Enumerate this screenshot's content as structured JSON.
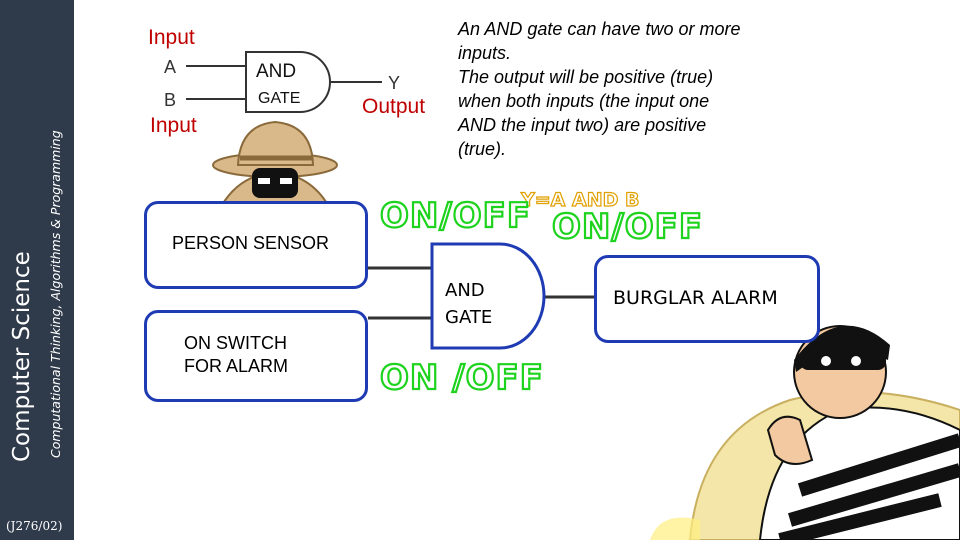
{
  "sidebar": {
    "title": "Computer Science",
    "subtitle": "Computational Thinking, Algorithms & Programming",
    "code": "(J276/02)"
  },
  "gate_diagram": {
    "input_top": "Input",
    "input_bottom": "Input",
    "output": "Output",
    "pin_a": "A",
    "pin_b": "B",
    "pin_y": "Y",
    "gate_name": "AND",
    "gate_word": "GATE"
  },
  "description": {
    "lines": [
      "An AND gate can have two or more",
      "inputs.",
      "The output will be positive (true)",
      "when both inputs (the input one",
      "AND the input two) are positive",
      "(true)."
    ]
  },
  "example": {
    "equation": "Y=A AND B",
    "person_sensor": "PERSON SENSOR",
    "switch_line1": "ON SWITCH",
    "switch_line2": "FOR ALARM",
    "gate_line1": "AND",
    "gate_line2": "GATE",
    "alarm": "BURGLAR ALARM",
    "state_sensor": "ON/OFF",
    "state_output": "ON/OFF",
    "state_switch": "ON /OFF"
  },
  "colors": {
    "sidebar": "#2f3a4a",
    "input_output_text": "#c00000",
    "box_border": "#1f3bb3",
    "onoff_outline": "#1dd31d",
    "equation_outline": "#e0a000"
  }
}
